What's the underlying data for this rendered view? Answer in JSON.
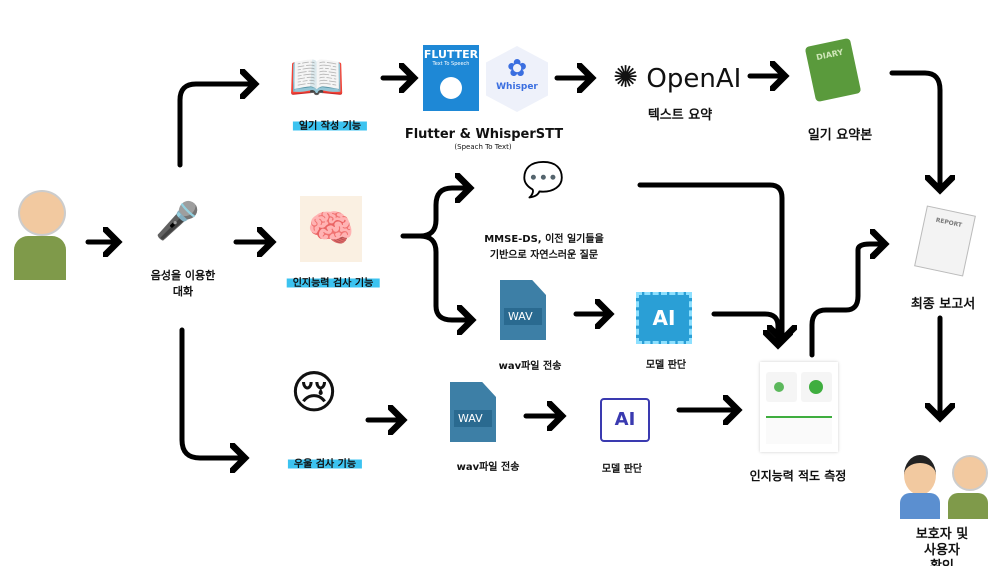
{
  "nodes": {
    "dialogue": "음성을 이용한\n대화",
    "diary_feature": "일기 작성 기능",
    "cognitive_feature": "인지능력 검사 기능",
    "depression_feature": "우울 검사 기능",
    "flutter_title": "Flutter & WhisperSTT",
    "flutter_sub": "(Speach To Text)",
    "flutter_logo": "FLUTTER",
    "flutter_logo_sub": "Text To Speech",
    "whisper_logo": "Whisper",
    "openai_logo": "OpenAI",
    "text_summary": "텍스트 요약",
    "diary_summary": "일기 요약본",
    "diary_book": "DIARY",
    "question": "MMSE-DS, 이전 일기들을\n기반으로 자연스러운 질문",
    "wav_send_1": "wav파일 전송",
    "wav_send_2": "wav파일 전송",
    "wav_icon": "WAV",
    "ai_icon": "AI",
    "model_judge_1": "모델 판단",
    "model_judge_2": "모델 판단",
    "cognitive_measure": "인지능력 적도 측정",
    "final_report": "최종 보고서",
    "report_icon": "REPORT",
    "confirm": "보호자 및 사용자\n확인"
  },
  "colors": {
    "highlight": "#3cc3f0",
    "flutter": "#1e88d6",
    "wav": "#3d7fa6",
    "ai": "#2a9fd6",
    "diary": "#5a9a3c"
  }
}
